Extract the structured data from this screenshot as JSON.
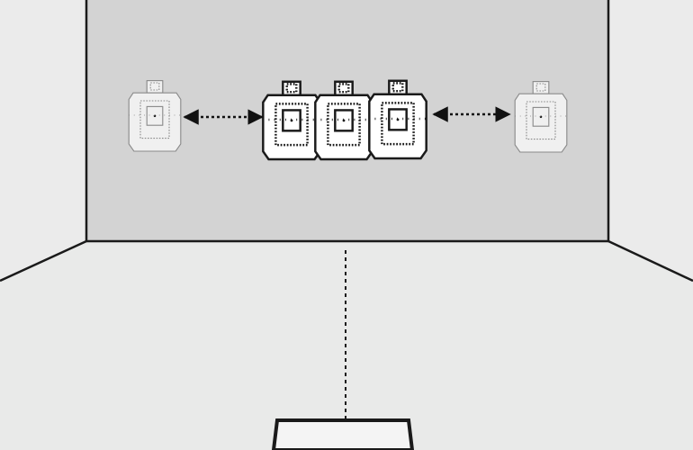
{
  "scene": {
    "colors": {
      "back_wall": "#d3d3d3",
      "side_wall": "#ebebeb",
      "floor": "#e9eae9",
      "outline": "#1a1a1a",
      "target_fill": "#ffffff",
      "target_faded_fill": "#f0f0f0",
      "target_faded_stroke": "#8a8a8a",
      "arrow": "#111111"
    },
    "targets": [
      {
        "name": "target-left-faded",
        "state": "faded",
        "role": "movement-start-left"
      },
      {
        "name": "target-1",
        "state": "active"
      },
      {
        "name": "target-2",
        "state": "active"
      },
      {
        "name": "target-3",
        "state": "active"
      },
      {
        "name": "target-right-faded",
        "state": "faded",
        "role": "movement-start-right"
      }
    ],
    "arrows": [
      {
        "name": "movement-arrow-left",
        "style": "dotted-double-headed"
      },
      {
        "name": "movement-arrow-right",
        "style": "dotted-double-headed"
      }
    ],
    "center_line": {
      "style": "dashed"
    },
    "shooting_box": {
      "style": "outlined-trapezoid"
    }
  }
}
